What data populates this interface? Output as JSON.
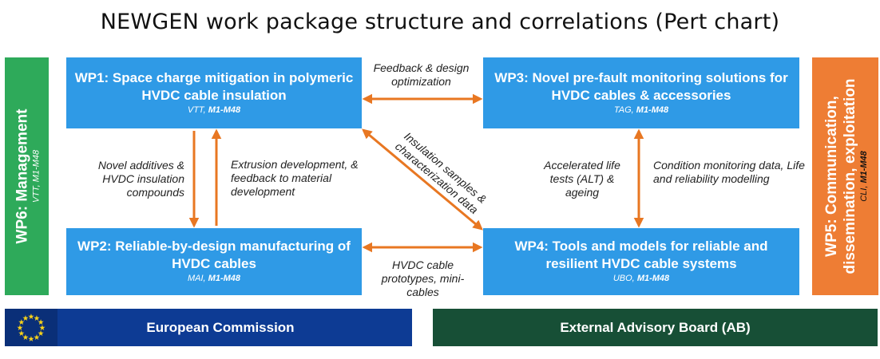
{
  "title": "NEWGEN work package structure and correlations (Pert chart)",
  "work_packages": {
    "wp1": {
      "name": "WP1: Space charge mitigation in polymeric HVDC cable insulation",
      "lead": "VTT,",
      "period": "M1-M48"
    },
    "wp2": {
      "name": "WP2: Reliable-by-design manufacturing of HVDC cables",
      "lead": "MAI,",
      "period": "M1-M48"
    },
    "wp3": {
      "name": "WP3: Novel pre-fault monitoring solutions for HVDC cables & accessories",
      "lead": "TAG,",
      "period": "M1-M48"
    },
    "wp4": {
      "name": "WP4: Tools and models for reliable and resilient HVDC cable systems",
      "lead": "UBO,",
      "period": "M1-M48"
    },
    "wp5": {
      "name": "WP5: Communication, dissemination, exploitation",
      "lead": "CLI,",
      "period": "M1-M48"
    },
    "wp6": {
      "name": "WP6: Management",
      "lead": "VTT,",
      "period": "M1-M48"
    }
  },
  "links": {
    "wp1_wp3": "Feedback & design optimization",
    "wp1_to_wp2": "Novel additives & HVDC insulation compounds",
    "wp2_to_wp1": "Extrusion development, & feedback to material development",
    "wp1_wp4": "Insulation samples & characterization data",
    "wp3_wp4_left": "Accelerated life tests (ALT) & ageing",
    "wp3_wp4_right": "Condition monitoring data, Life and reliability modelling",
    "wp2_wp4": "HVDC cable prototypes, mini-cables"
  },
  "bottom": {
    "ec": "European Commission",
    "ab": "External Advisory Board (AB)"
  },
  "colors": {
    "wp_blue": "#2f9ae6",
    "management_green": "#2eaa5a",
    "communication_orange": "#ee7d34",
    "arrow_orange": "#e87722",
    "ec_blue": "#0d3b94",
    "ec_dark": "#0a2f78",
    "eu_star": "#ffd617",
    "ab_green": "#174f36"
  },
  "icons": [
    "eu-flag-icon"
  ]
}
